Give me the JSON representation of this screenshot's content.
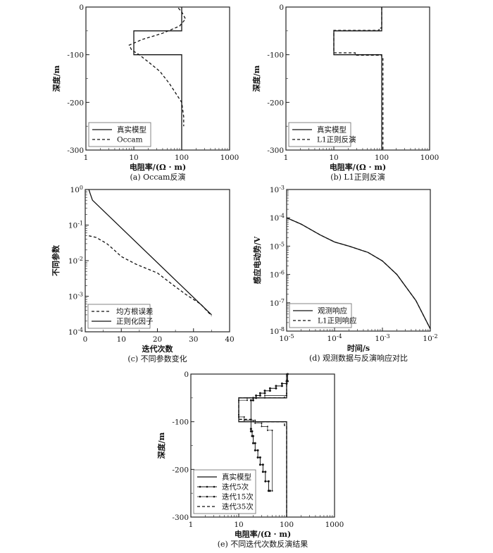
{
  "colors": {
    "line": "#111111",
    "axis": "#222222",
    "legend_border": "#666666"
  },
  "chart_data": [
    {
      "id": "a",
      "type": "line",
      "title": "(a) Occam反演",
      "xlabel": "电阻率/(Ω · m)",
      "ylabel": "深度/m",
      "xscale": "log",
      "xlim": [
        1,
        1000
      ],
      "ylim": [
        -300,
        0
      ],
      "xticks": [
        {
          "v": 1,
          "label": "1"
        },
        {
          "v": 10,
          "label": "10"
        },
        {
          "v": 100,
          "label": "100"
        },
        {
          "v": 1000,
          "label": "1000"
        }
      ],
      "yticks": [
        {
          "v": 0,
          "label": "0"
        },
        {
          "v": -100,
          "label": "-100"
        },
        {
          "v": -200,
          "label": "-200"
        },
        {
          "v": -300,
          "label": "-300"
        }
      ],
      "legend": "bottom-left",
      "series": [
        {
          "name": "真实模型",
          "style": "solid",
          "points": [
            [
              100,
              0
            ],
            [
              100,
              -50
            ],
            [
              10,
              -50
            ],
            [
              10,
              -100
            ],
            [
              100,
              -100
            ],
            [
              100,
              -300
            ]
          ]
        },
        {
          "name": "Occam",
          "style": "dashed",
          "points": [
            [
              85,
              -2
            ],
            [
              100,
              -10
            ],
            [
              120,
              -25
            ],
            [
              90,
              -40
            ],
            [
              40,
              -55
            ],
            [
              15,
              -68
            ],
            [
              8,
              -80
            ],
            [
              9,
              -90
            ],
            [
              13,
              -100
            ],
            [
              20,
              -115
            ],
            [
              35,
              -135
            ],
            [
              55,
              -160
            ],
            [
              80,
              -185
            ],
            [
              100,
              -200
            ],
            [
              110,
              -230
            ],
            [
              110,
              -250
            ]
          ]
        }
      ]
    },
    {
      "id": "b",
      "type": "line",
      "title": "(b) L1正则反演",
      "xlabel": "电阻率/(Ω · m)",
      "ylabel": "深度/m",
      "xscale": "log",
      "xlim": [
        1,
        1000
      ],
      "ylim": [
        -300,
        0
      ],
      "xticks": [
        {
          "v": 1,
          "label": "1"
        },
        {
          "v": 10,
          "label": "10"
        },
        {
          "v": 100,
          "label": "100"
        },
        {
          "v": 1000,
          "label": "1000"
        }
      ],
      "yticks": [
        {
          "v": 0,
          "label": "0"
        },
        {
          "v": -100,
          "label": "-100"
        },
        {
          "v": -200,
          "label": "-200"
        },
        {
          "v": -300,
          "label": "-300"
        }
      ],
      "legend": "bottom-left",
      "series": [
        {
          "name": "真实模型",
          "style": "solid",
          "points": [
            [
              100,
              0
            ],
            [
              100,
              -50
            ],
            [
              10,
              -50
            ],
            [
              10,
              -100
            ],
            [
              100,
              -100
            ],
            [
              100,
              -300
            ]
          ]
        },
        {
          "name": "L1正则反演",
          "style": "dashed",
          "points": [
            [
              100,
              0
            ],
            [
              100,
              -44
            ],
            [
              88,
              -44
            ],
            [
              88,
              -49
            ],
            [
              10,
              -49
            ],
            [
              10,
              -96
            ],
            [
              28,
              -96
            ],
            [
              28,
              -101
            ],
            [
              100,
              -101
            ],
            [
              100,
              -108
            ],
            [
              106,
              -108
            ],
            [
              106,
              -300
            ]
          ]
        }
      ]
    },
    {
      "id": "c",
      "type": "line",
      "title": "(c) 不同参数变化",
      "xlabel": "迭代次数",
      "ylabel": "不同参数",
      "xscale": "linear",
      "yscale": "log",
      "xlim": [
        0,
        40
      ],
      "ylim": [
        0.0001,
        1
      ],
      "xticks": [
        {
          "v": 0,
          "label": "0"
        },
        {
          "v": 10,
          "label": "10"
        },
        {
          "v": 20,
          "label": "20"
        },
        {
          "v": 30,
          "label": "30"
        },
        {
          "v": 40,
          "label": "40"
        }
      ],
      "yticks": [
        {
          "v": 1,
          "base": "10",
          "exp": "0"
        },
        {
          "v": 0.1,
          "base": "10",
          "exp": "-1"
        },
        {
          "v": 0.01,
          "base": "10",
          "exp": "-2"
        },
        {
          "v": 0.001,
          "base": "10",
          "exp": "-3"
        },
        {
          "v": 0.0001,
          "base": "10",
          "exp": "-4"
        }
      ],
      "legend": "bottom-left",
      "series": [
        {
          "name": "均方根误差",
          "style": "dashed",
          "points": [
            [
              1,
              0.05
            ],
            [
              3,
              0.045
            ],
            [
              6,
              0.03
            ],
            [
              8,
              0.02
            ],
            [
              10,
              0.013
            ],
            [
              14,
              0.008
            ],
            [
              20,
              0.0045
            ],
            [
              24,
              0.0022
            ],
            [
              28,
              0.0011
            ],
            [
              32,
              0.0006
            ],
            [
              35,
              0.00028
            ]
          ]
        },
        {
          "name": "正则化因子",
          "style": "solid",
          "points": [
            [
              1,
              1.0
            ],
            [
              1.4,
              0.75
            ],
            [
              2,
              0.5
            ],
            [
              35,
              0.0003
            ]
          ]
        }
      ]
    },
    {
      "id": "d",
      "type": "line",
      "title": "(d) 观测数据与反演响应对比",
      "xlabel": "时间/s",
      "ylabel": "感应电动势/V",
      "xscale": "log",
      "yscale": "log",
      "xlim": [
        1e-05,
        0.01
      ],
      "ylim": [
        1e-08,
        0.001
      ],
      "xticks": [
        {
          "v": 1e-05,
          "base": "10",
          "exp": "-5"
        },
        {
          "v": 0.0001,
          "base": "10",
          "exp": "-4"
        },
        {
          "v": 0.001,
          "base": "10",
          "exp": "-3"
        },
        {
          "v": 0.01,
          "base": "10",
          "exp": "-2"
        }
      ],
      "yticks": [
        {
          "v": 0.001,
          "base": "10",
          "exp": "-3"
        },
        {
          "v": 0.0001,
          "base": "10",
          "exp": "-4"
        },
        {
          "v": 1e-05,
          "base": "10",
          "exp": "-5"
        },
        {
          "v": 1e-06,
          "base": "10",
          "exp": "-6"
        },
        {
          "v": 1e-07,
          "base": "10",
          "exp": "-7"
        },
        {
          "v": 1e-08,
          "base": "10",
          "exp": "-8"
        }
      ],
      "legend": "bottom-left",
      "series": [
        {
          "name": "观测响应",
          "style": "solid",
          "points": [
            [
              1e-05,
              0.0001
            ],
            [
              2e-05,
              6e-05
            ],
            [
              5e-05,
              2.5e-05
            ],
            [
              0.0001,
              1.4e-05
            ],
            [
              0.0002,
              1e-05
            ],
            [
              0.0005,
              6e-06
            ],
            [
              0.001,
              3e-06
            ],
            [
              0.002,
              1e-06
            ],
            [
              0.005,
              1.2e-07
            ],
            [
              0.01,
              1.2e-08
            ]
          ]
        },
        {
          "name": "L1正则响应",
          "style": "dashed",
          "points": [
            [
              1e-05,
              0.0001
            ],
            [
              2e-05,
              6e-05
            ],
            [
              5e-05,
              2.5e-05
            ],
            [
              0.0001,
              1.4e-05
            ],
            [
              0.0002,
              1e-05
            ],
            [
              0.0005,
              6e-06
            ],
            [
              0.001,
              3e-06
            ],
            [
              0.002,
              1e-06
            ],
            [
              0.005,
              1.2e-07
            ],
            [
              0.01,
              1.2e-08
            ]
          ]
        }
      ]
    },
    {
      "id": "e",
      "type": "line",
      "title": "(e) 不同迭代次数反演结果",
      "xlabel": "电阻率/(Ω · m)",
      "ylabel": "深度/m",
      "xscale": "log",
      "xlim": [
        1,
        1000
      ],
      "ylim": [
        -300,
        0
      ],
      "xticks": [
        {
          "v": 1,
          "label": "1"
        },
        {
          "v": 10,
          "label": "10"
        },
        {
          "v": 100,
          "label": "100"
        },
        {
          "v": 1000,
          "label": "1000"
        }
      ],
      "yticks": [
        {
          "v": 0,
          "label": "0"
        },
        {
          "v": -100,
          "label": "-100"
        },
        {
          "v": -200,
          "label": "-200"
        },
        {
          "v": -300,
          "label": "-300"
        }
      ],
      "legend": "bottom-left",
      "series": [
        {
          "name": "真实模型",
          "style": "solid",
          "points": [
            [
              100,
              0
            ],
            [
              100,
              -50
            ],
            [
              10,
              -50
            ],
            [
              10,
              -100
            ],
            [
              100,
              -100
            ],
            [
              100,
              -300
            ]
          ]
        },
        {
          "name": "迭代5次",
          "style": "dotted-marker",
          "step": true,
          "points": [
            [
              105,
              0
            ],
            [
              100,
              -15
            ],
            [
              80,
              -20
            ],
            [
              60,
              -25
            ],
            [
              45,
              -30
            ],
            [
              35,
              -35
            ],
            [
              28,
              -40
            ],
            [
              23,
              -45
            ],
            [
              20,
              -50
            ],
            [
              18,
              -55
            ],
            [
              18,
              -115
            ],
            [
              19,
              -120
            ],
            [
              20,
              -130
            ],
            [
              22,
              -145
            ],
            [
              25,
              -160
            ],
            [
              28,
              -175
            ],
            [
              32,
              -190
            ],
            [
              36,
              -205
            ],
            [
              42,
              -225
            ],
            [
              45,
              -245
            ]
          ]
        },
        {
          "name": "迭代15次",
          "style": "thin-marker",
          "step": true,
          "points": [
            [
              100,
              0
            ],
            [
              100,
              -40
            ],
            [
              35,
              -45
            ],
            [
              15,
              -50
            ],
            [
              10,
              -55
            ],
            [
              10,
              -85
            ],
            [
              13,
              -90
            ],
            [
              22,
              -97
            ],
            [
              30,
              -103
            ],
            [
              40,
              -110
            ],
            [
              50,
              -118
            ],
            [
              50,
              -245
            ]
          ]
        },
        {
          "name": "迭代35次",
          "style": "dashed",
          "points": [
            [
              100,
              0
            ],
            [
              100,
              -45
            ],
            [
              90,
              -45
            ],
            [
              90,
              -50
            ],
            [
              10,
              -50
            ],
            [
              10,
              -95
            ],
            [
              20,
              -95
            ],
            [
              20,
              -100
            ],
            [
              90,
              -100
            ],
            [
              90,
              -108
            ],
            [
              100,
              -108
            ],
            [
              100,
              -300
            ]
          ]
        }
      ]
    }
  ]
}
